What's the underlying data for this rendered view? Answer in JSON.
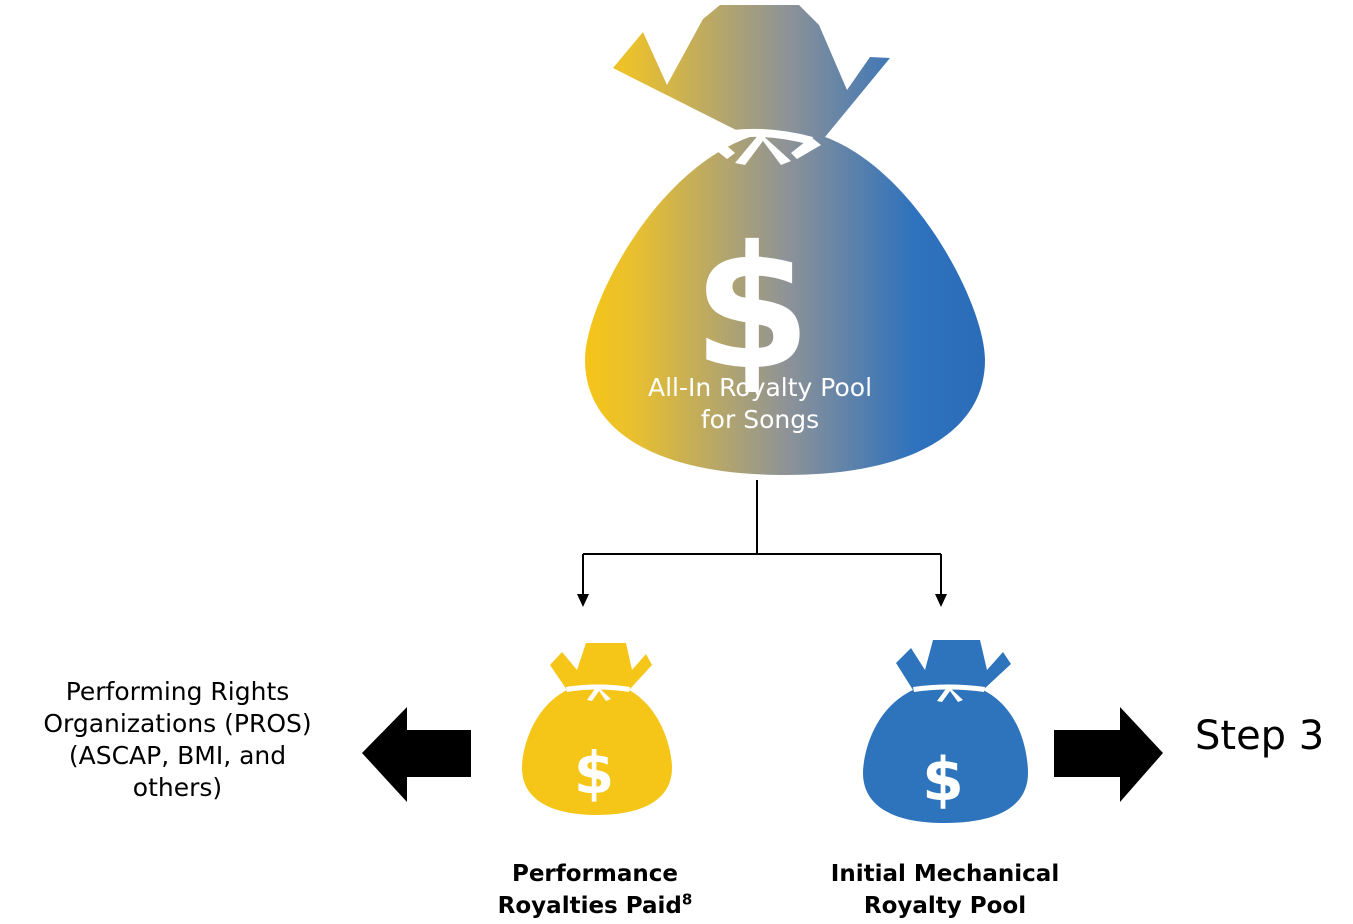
{
  "pool_bag": {
    "symbol": "$",
    "label_line1": "All-In Royalty Pool",
    "label_line2": "for Songs",
    "gradient_colors": [
      "#f5c518",
      "#8c9396",
      "#2b6fbc"
    ]
  },
  "left_destination": {
    "lines": [
      "Performing Rights",
      "Organizations (PROS)",
      "(ASCAP, BMI, and",
      "others)"
    ]
  },
  "right_destination": {
    "label": "Step 3"
  },
  "performance_bag": {
    "symbol": "$",
    "label_line1": "Performance",
    "label_line2": "Royalties Paid",
    "footnote": "8",
    "color": "#f5c518"
  },
  "mechanical_bag": {
    "symbol": "$",
    "label_line1": "Initial Mechanical",
    "label_line2": "Royalty Pool",
    "color": "#2e74bc"
  }
}
